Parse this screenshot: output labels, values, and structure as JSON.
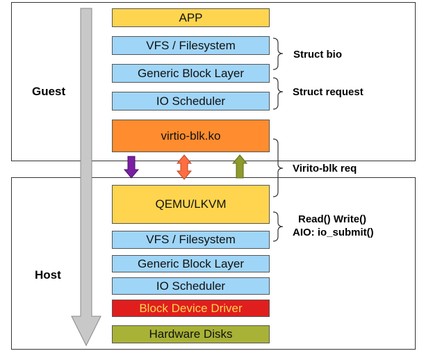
{
  "regions": {
    "guest_label": "Guest",
    "host_label": "Host"
  },
  "guest_layers": [
    {
      "label": "APP",
      "color": "#FFD54F"
    },
    {
      "label": "VFS / Filesystem",
      "color": "#9FD5F7"
    },
    {
      "label": "Generic Block Layer",
      "color": "#9FD5F7"
    },
    {
      "label": "IO Scheduler",
      "color": "#9FD5F7"
    },
    {
      "label": "virtio-blk.ko",
      "color": "#FF8C2E"
    }
  ],
  "host_layers": [
    {
      "label": "QEMU/LKVM",
      "color": "#FFD54F"
    },
    {
      "label": "VFS / Filesystem",
      "color": "#9FD5F7"
    },
    {
      "label": "Generic Block Layer",
      "color": "#9FD5F7"
    },
    {
      "label": "IO Scheduler",
      "color": "#9FD5F7"
    },
    {
      "label": "Block Device Driver",
      "color": "#E01E1E",
      "text_color": "#FFD54F"
    },
    {
      "label": "Hardware Disks",
      "color": "#A8B236"
    }
  ],
  "annotations": {
    "struct_bio": "Struct bio",
    "struct_request": "Struct request",
    "virtio_blk_req": "Virito-blk req",
    "read_write": "Read() Write()",
    "aio_submit": "AIO: io_submit()"
  },
  "colors": {
    "flow_arrow": "#C8C8C8",
    "arrow_down": "#7B1FA2",
    "arrow_both": "#FF6E40",
    "arrow_up": "#8E9A2A"
  }
}
